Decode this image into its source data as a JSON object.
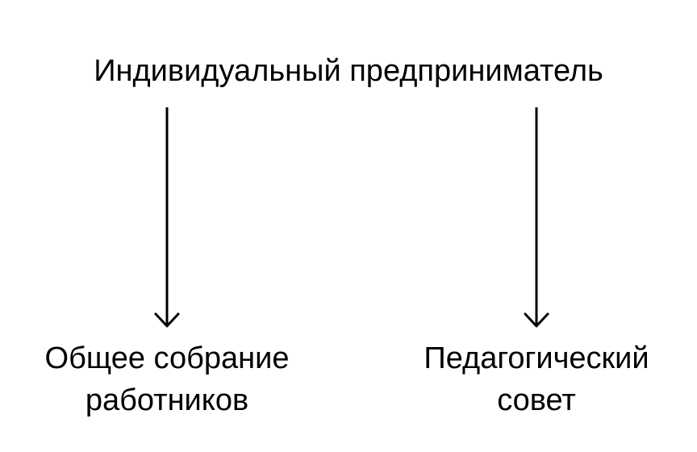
{
  "diagram": {
    "root": {
      "label": "Индивидуальный предприниматель"
    },
    "children": [
      {
        "line1": "Общее собрание",
        "line2": "работников"
      },
      {
        "line1": "Педагогический",
        "line2": "совет"
      }
    ],
    "colors": {
      "text": "#000000",
      "arrow": "#000000",
      "background": "#ffffff"
    }
  }
}
